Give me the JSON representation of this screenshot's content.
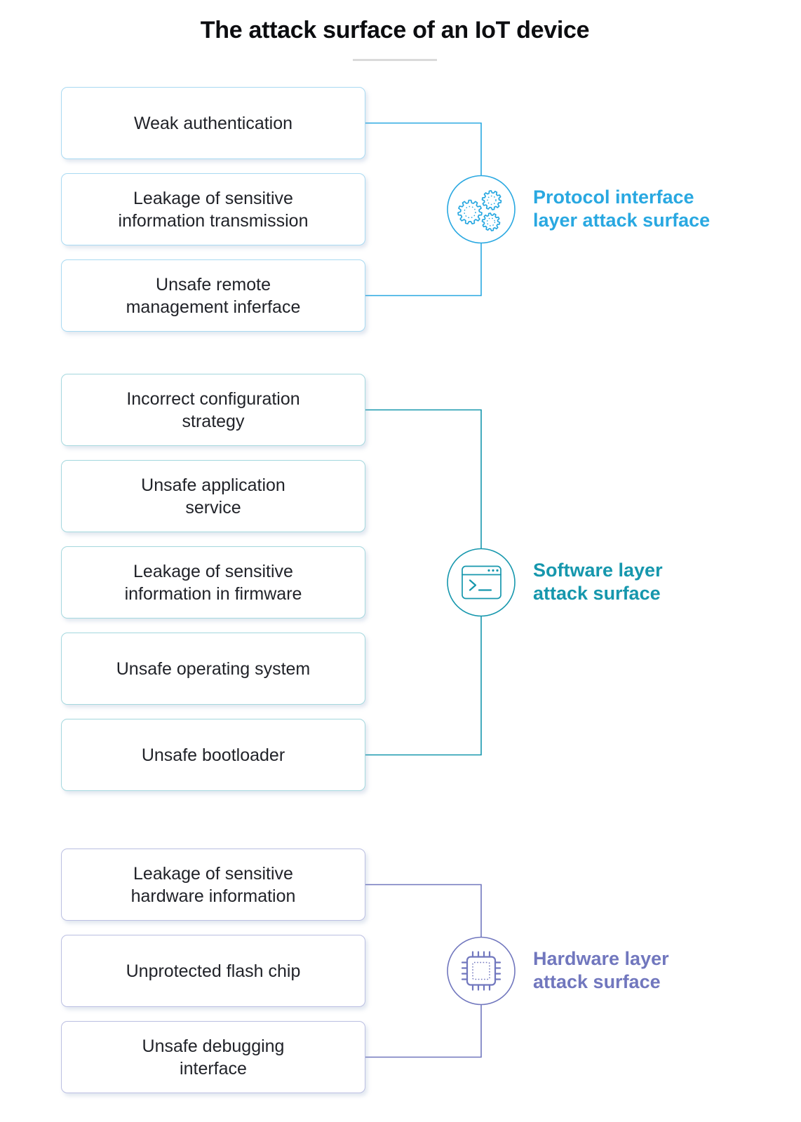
{
  "title": "The attack surface of an IoT device",
  "groups": [
    {
      "label_lines": [
        "Protocol interface",
        "layer attack surface"
      ],
      "accent": "#29A8E1",
      "box_border": "#A9DAF2",
      "icon": "gears-icon",
      "items": [
        [
          "Weak authentication"
        ],
        [
          "Leakage of sensitive",
          "information transmission"
        ],
        [
          "Unsafe remote",
          "management inferface"
        ]
      ]
    },
    {
      "label_lines": [
        "Software layer",
        "attack surface"
      ],
      "accent": "#1697AD",
      "box_border": "#A5D8DE",
      "icon": "terminal-icon",
      "items": [
        [
          "Incorrect configuration",
          "strategy"
        ],
        [
          "Unsafe application",
          "service"
        ],
        [
          "Leakage of sensitive",
          "information in firmware"
        ],
        [
          "Unsafe operating system"
        ],
        [
          "Unsafe bootloader"
        ]
      ]
    },
    {
      "label_lines": [
        "Hardware layer",
        "attack surface"
      ],
      "accent": "#7177BE",
      "box_border": "#BBBFE2",
      "icon": "chip-icon",
      "items": [
        [
          "Leakage of sensitive",
          "hardware information"
        ],
        [
          "Unprotected flash chip"
        ],
        [
          "Unsafe debugging",
          "interface"
        ]
      ]
    }
  ]
}
